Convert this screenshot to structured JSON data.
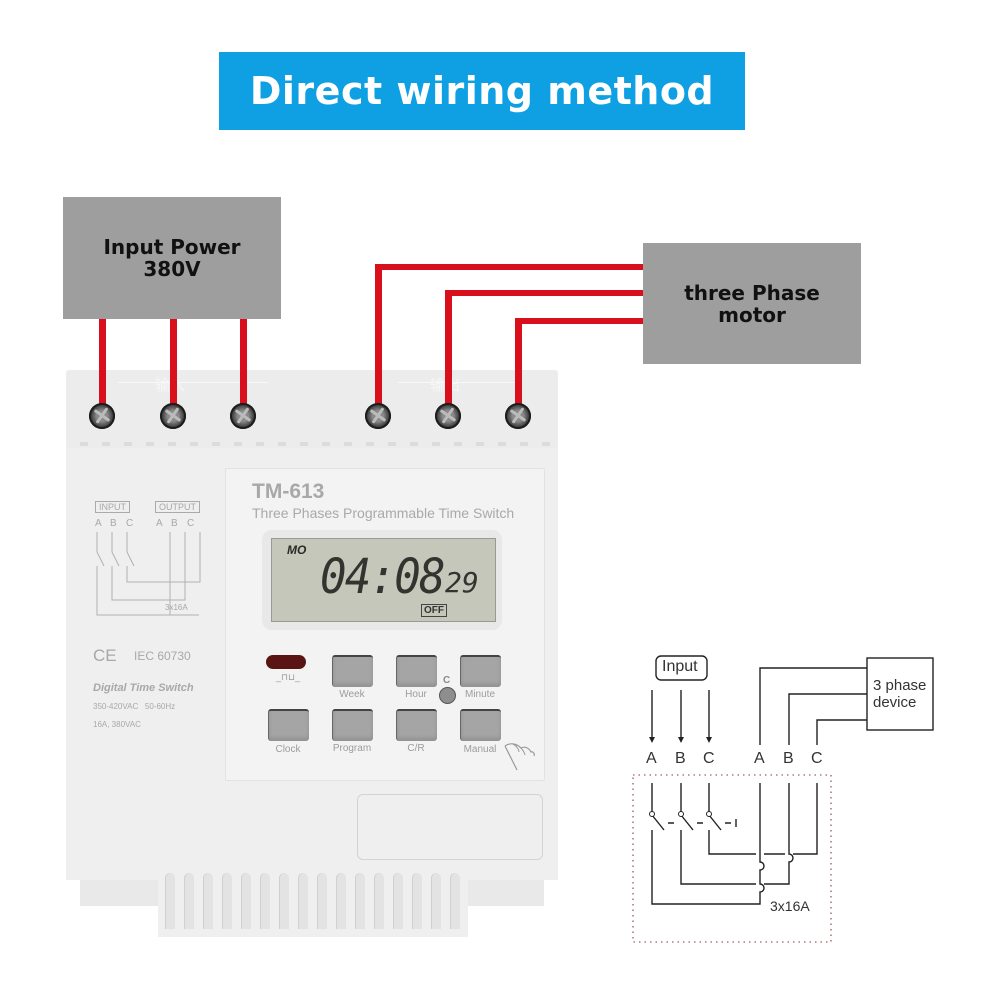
{
  "title": "Direct wiring method",
  "colors": {
    "banner": "#0ea0e3",
    "wire": "#d9101c",
    "box": "#9e9e9e"
  },
  "input_power": {
    "line1": "Input Power",
    "line2": "380V"
  },
  "motor": {
    "line1": "three Phase",
    "line2": "motor"
  },
  "terminals": {
    "input_cn": "输入",
    "output_cn": "输出",
    "screw_count": 6
  },
  "device": {
    "model": "TM-613",
    "subtitle": "Three Phases Programmable Time Switch",
    "lcd": {
      "day": "MO",
      "time": "04:08",
      "seconds": "29",
      "status": "OFF"
    },
    "led_symbol": "_⊓⊔_",
    "c_label": "C",
    "buttons_row1": [
      {
        "label": "Week"
      },
      {
        "label": "Hour"
      },
      {
        "label": "Minute"
      }
    ],
    "buttons_row2": [
      {
        "label": "Clock"
      },
      {
        "label": "Program"
      },
      {
        "label": "C/R"
      },
      {
        "label": "Manual"
      }
    ],
    "left_panel": {
      "input_label": "INPUT",
      "output_label": "OUTPUT",
      "input_phases": [
        "A",
        "B",
        "C"
      ],
      "output_phases": [
        "A",
        "B",
        "C"
      ],
      "rating": "3x16A",
      "ce": "CE",
      "standard": "IEC 60730",
      "product_name": "Digital Time Switch",
      "spec1": "350-420VAC   50-60Hz",
      "spec2": "16A, 380VAC"
    }
  },
  "schematic": {
    "input_label": "Input",
    "device_line1": "3 phase",
    "device_line2": "device",
    "input_phases": [
      "A",
      "B",
      "C"
    ],
    "output_phases": [
      "A",
      "B",
      "C"
    ],
    "rating": "3x16A"
  }
}
